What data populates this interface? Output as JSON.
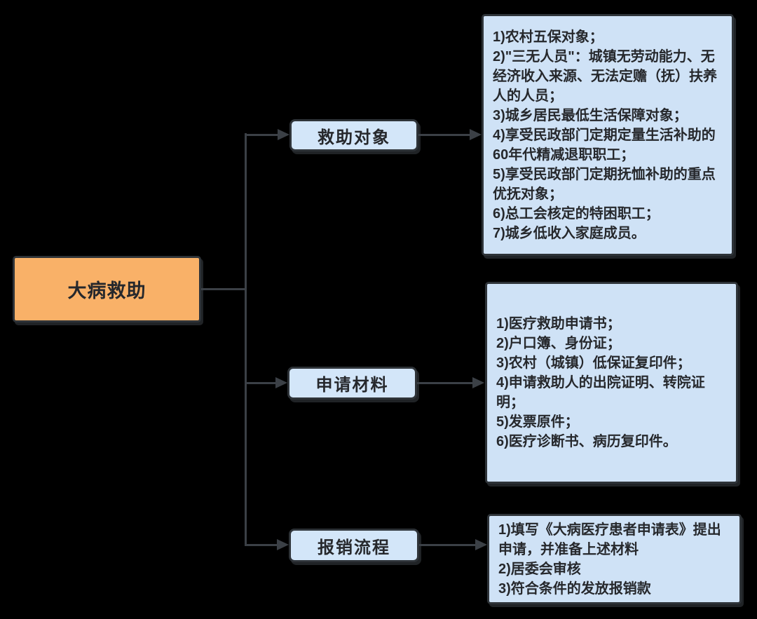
{
  "colors": {
    "background": "#000000",
    "root_fill": "#f9b168",
    "node_fill": "#d3e6f9",
    "panel_fill": "#cfe2f6",
    "border": "#2e3338",
    "line": "#3b4046",
    "text": "#26282c"
  },
  "root": {
    "label": "大病救助"
  },
  "branches": [
    {
      "label": "救助对象",
      "details": [
        "1)农村五保对象；",
        "2)\"三无人员\"：城镇无劳动能力、无经济收入来源、无法定赡（抚）扶养人的人员；",
        "3)城乡居民最低生活保障对象；",
        "4)享受民政部门定期定量生活补助的60年代精减退职职工；",
        "5)享受民政部门定期抚恤补助的重点优抚对象；",
        "6)总工会核定的特困职工；",
        "7)城乡低收入家庭成员。"
      ]
    },
    {
      "label": "申请材料",
      "details": [
        "1)医疗救助申请书；",
        "2)户口簿、身份证；",
        "3)农村（城镇）低保证复印件；",
        "4)申请救助人的出院证明、转院证明；",
        "5)发票原件；",
        "6)医疗诊断书、病历复印件。"
      ]
    },
    {
      "label": "报销流程",
      "details": [
        "1)填写《大病医疗患者申请表》提出申请，并准备上述材料",
        "2)居委会审核",
        "3)符合条件的发放报销款"
      ]
    }
  ]
}
